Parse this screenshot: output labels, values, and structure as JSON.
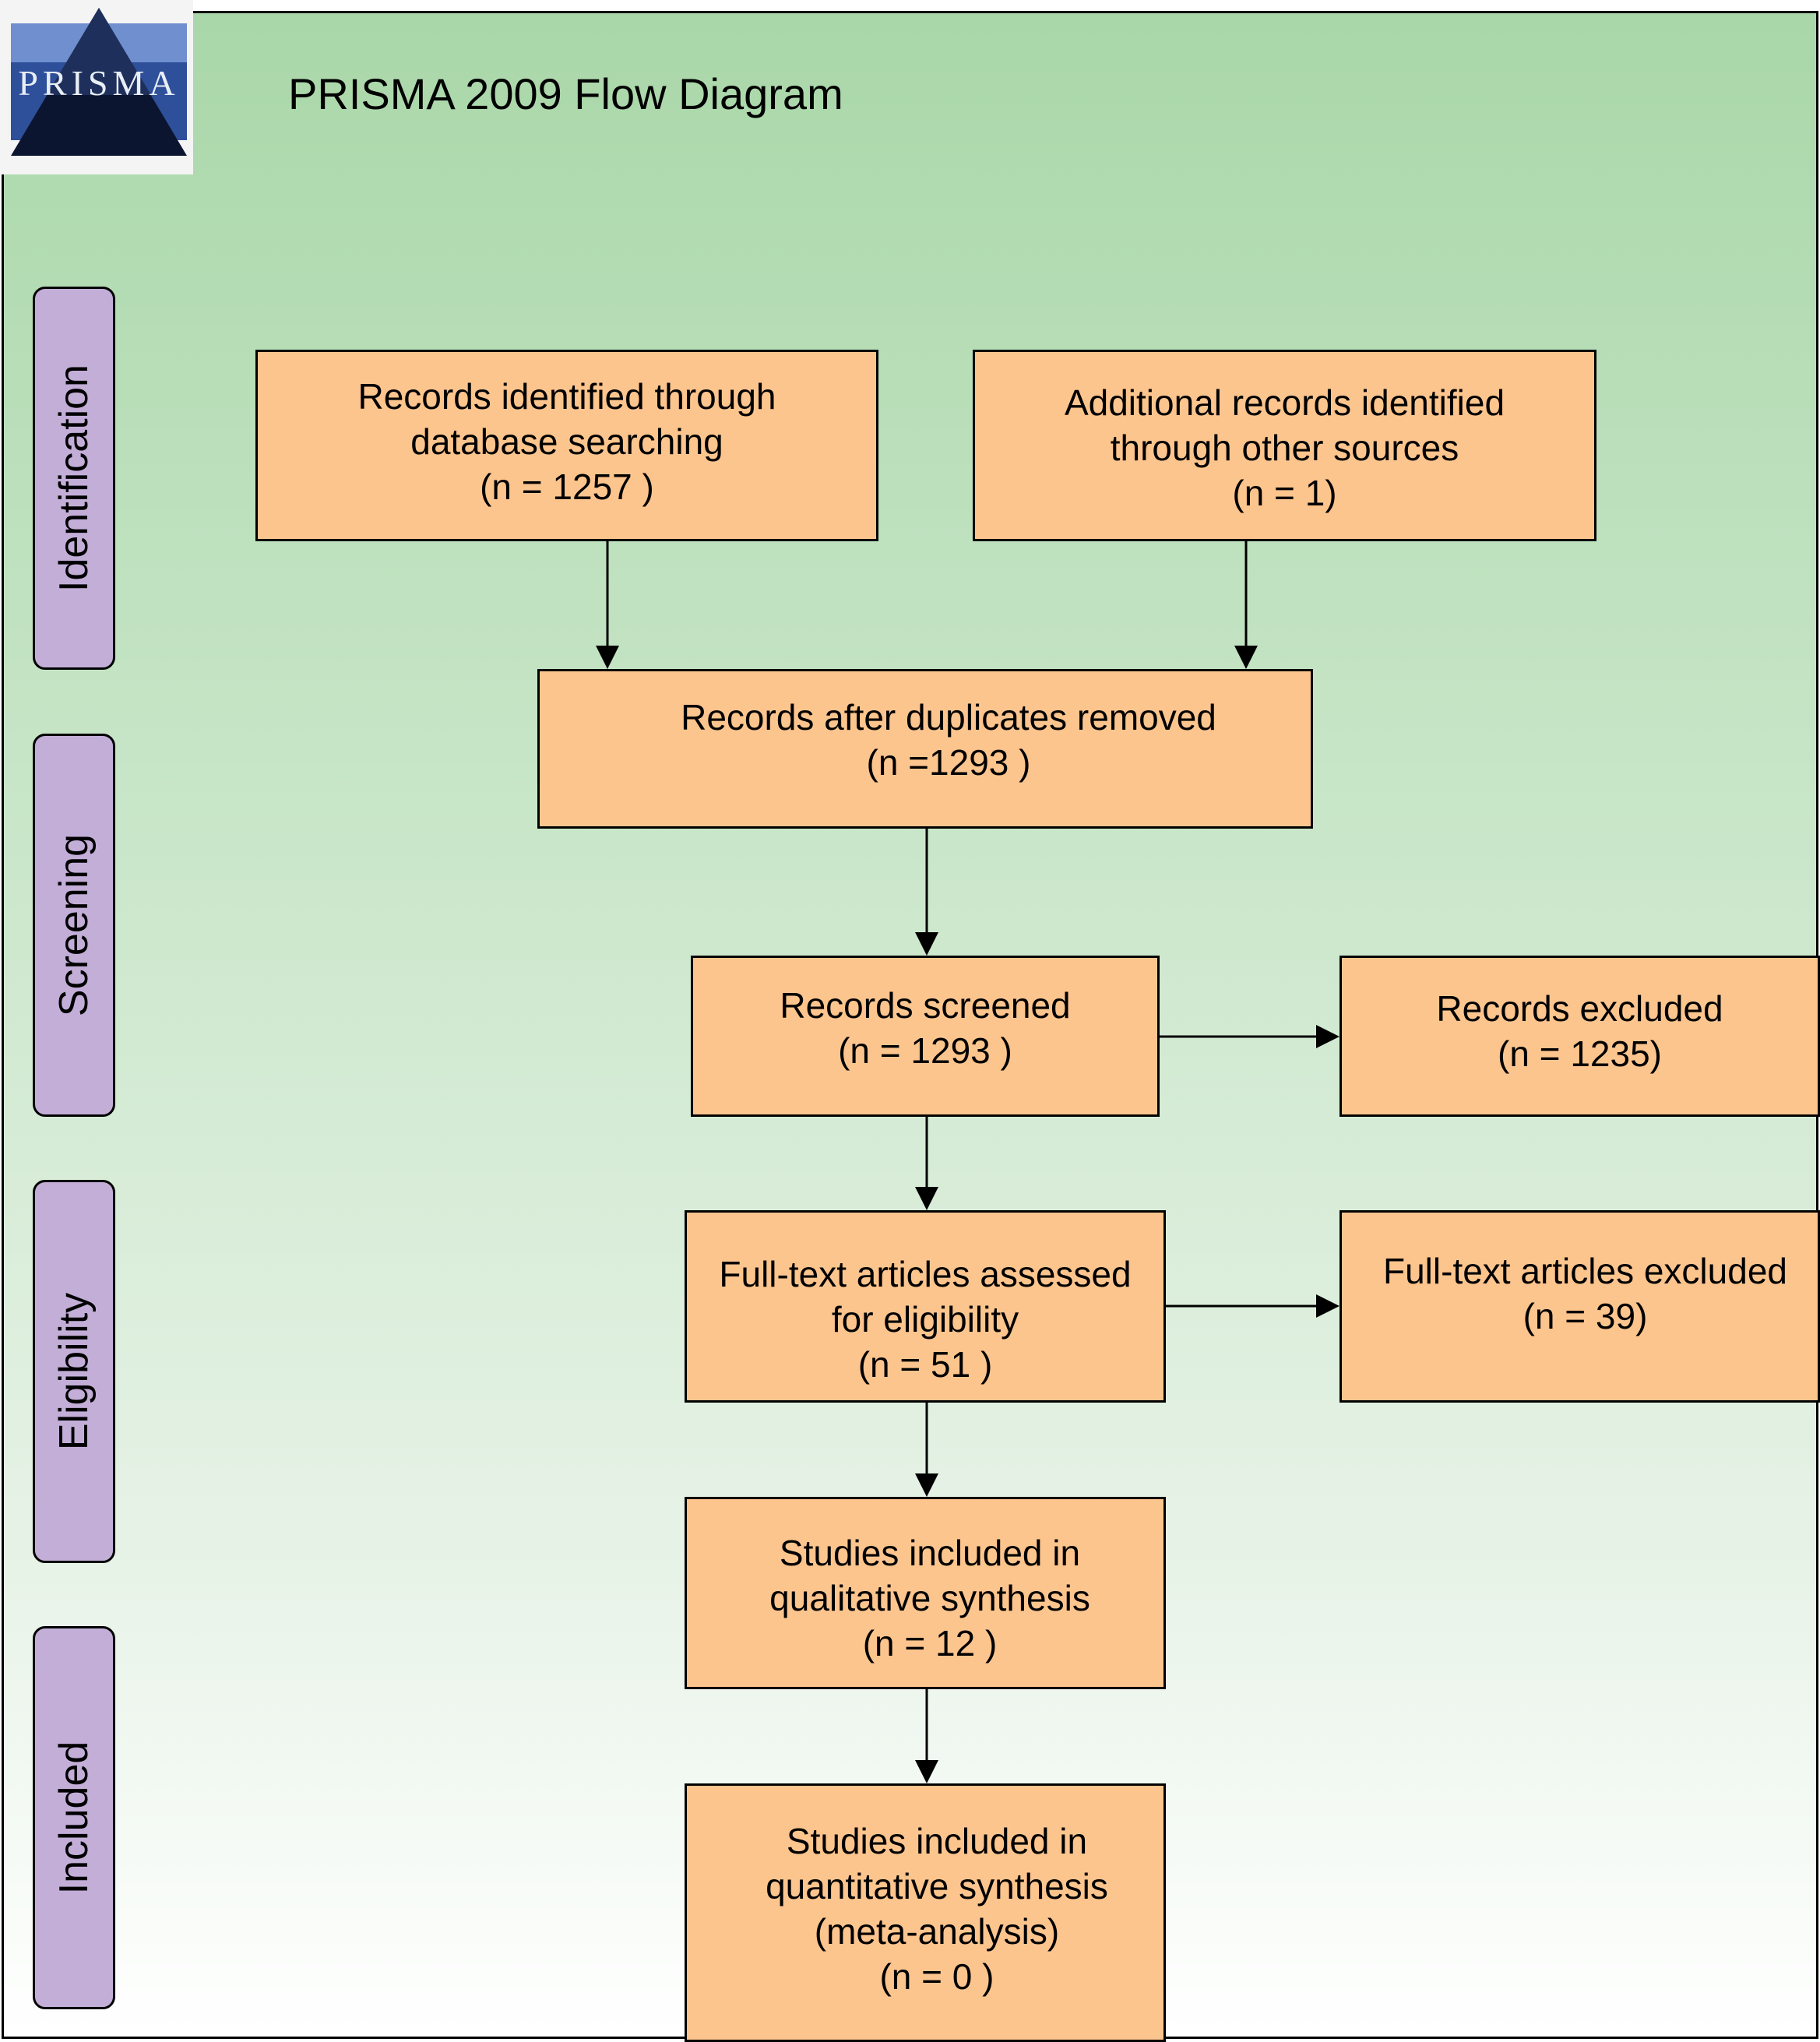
{
  "logo": {
    "text": "PRISMA"
  },
  "title": "PRISMA 2009 Flow Diagram",
  "stages": [
    {
      "id": "identification",
      "label": "Identification"
    },
    {
      "id": "screening",
      "label": "Screening"
    },
    {
      "id": "eligibility",
      "label": "Eligibility"
    },
    {
      "id": "included",
      "label": "Included"
    }
  ],
  "boxes": {
    "database": {
      "lines": [
        "Records identified through",
        "database searching",
        "(n = 1257 )"
      ]
    },
    "other": {
      "lines": [
        "Additional records identified",
        "through other sources",
        "(n = 1)"
      ]
    },
    "duplicates": {
      "lines": [
        "Records after duplicates removed",
        "(n =1293 )"
      ]
    },
    "screened": {
      "lines": [
        "Records screened",
        "(n = 1293 )"
      ]
    },
    "excluded": {
      "lines": [
        "Records excluded",
        "(n = 1235)"
      ]
    },
    "fulltext": {
      "lines": [
        "Full-text articles assessed",
        "for eligibility",
        "(n = 51 )"
      ]
    },
    "fulltext_excluded": {
      "lines": [
        "Full-text articles excluded",
        "(n = 39)"
      ]
    },
    "qualitative": {
      "lines": [
        "Studies included in",
        "qualitative synthesis",
        "(n = 12 )"
      ]
    },
    "quantitative": {
      "lines": [
        "Studies included in",
        "quantitative synthesis",
        "(meta-analysis)",
        "(n = 0 )"
      ]
    }
  },
  "colors": {
    "box_fill": "#fdc58e",
    "stage_fill": "#c3aed8",
    "background_top": "#a9d7a9",
    "background_bottom": "#ffffff"
  }
}
